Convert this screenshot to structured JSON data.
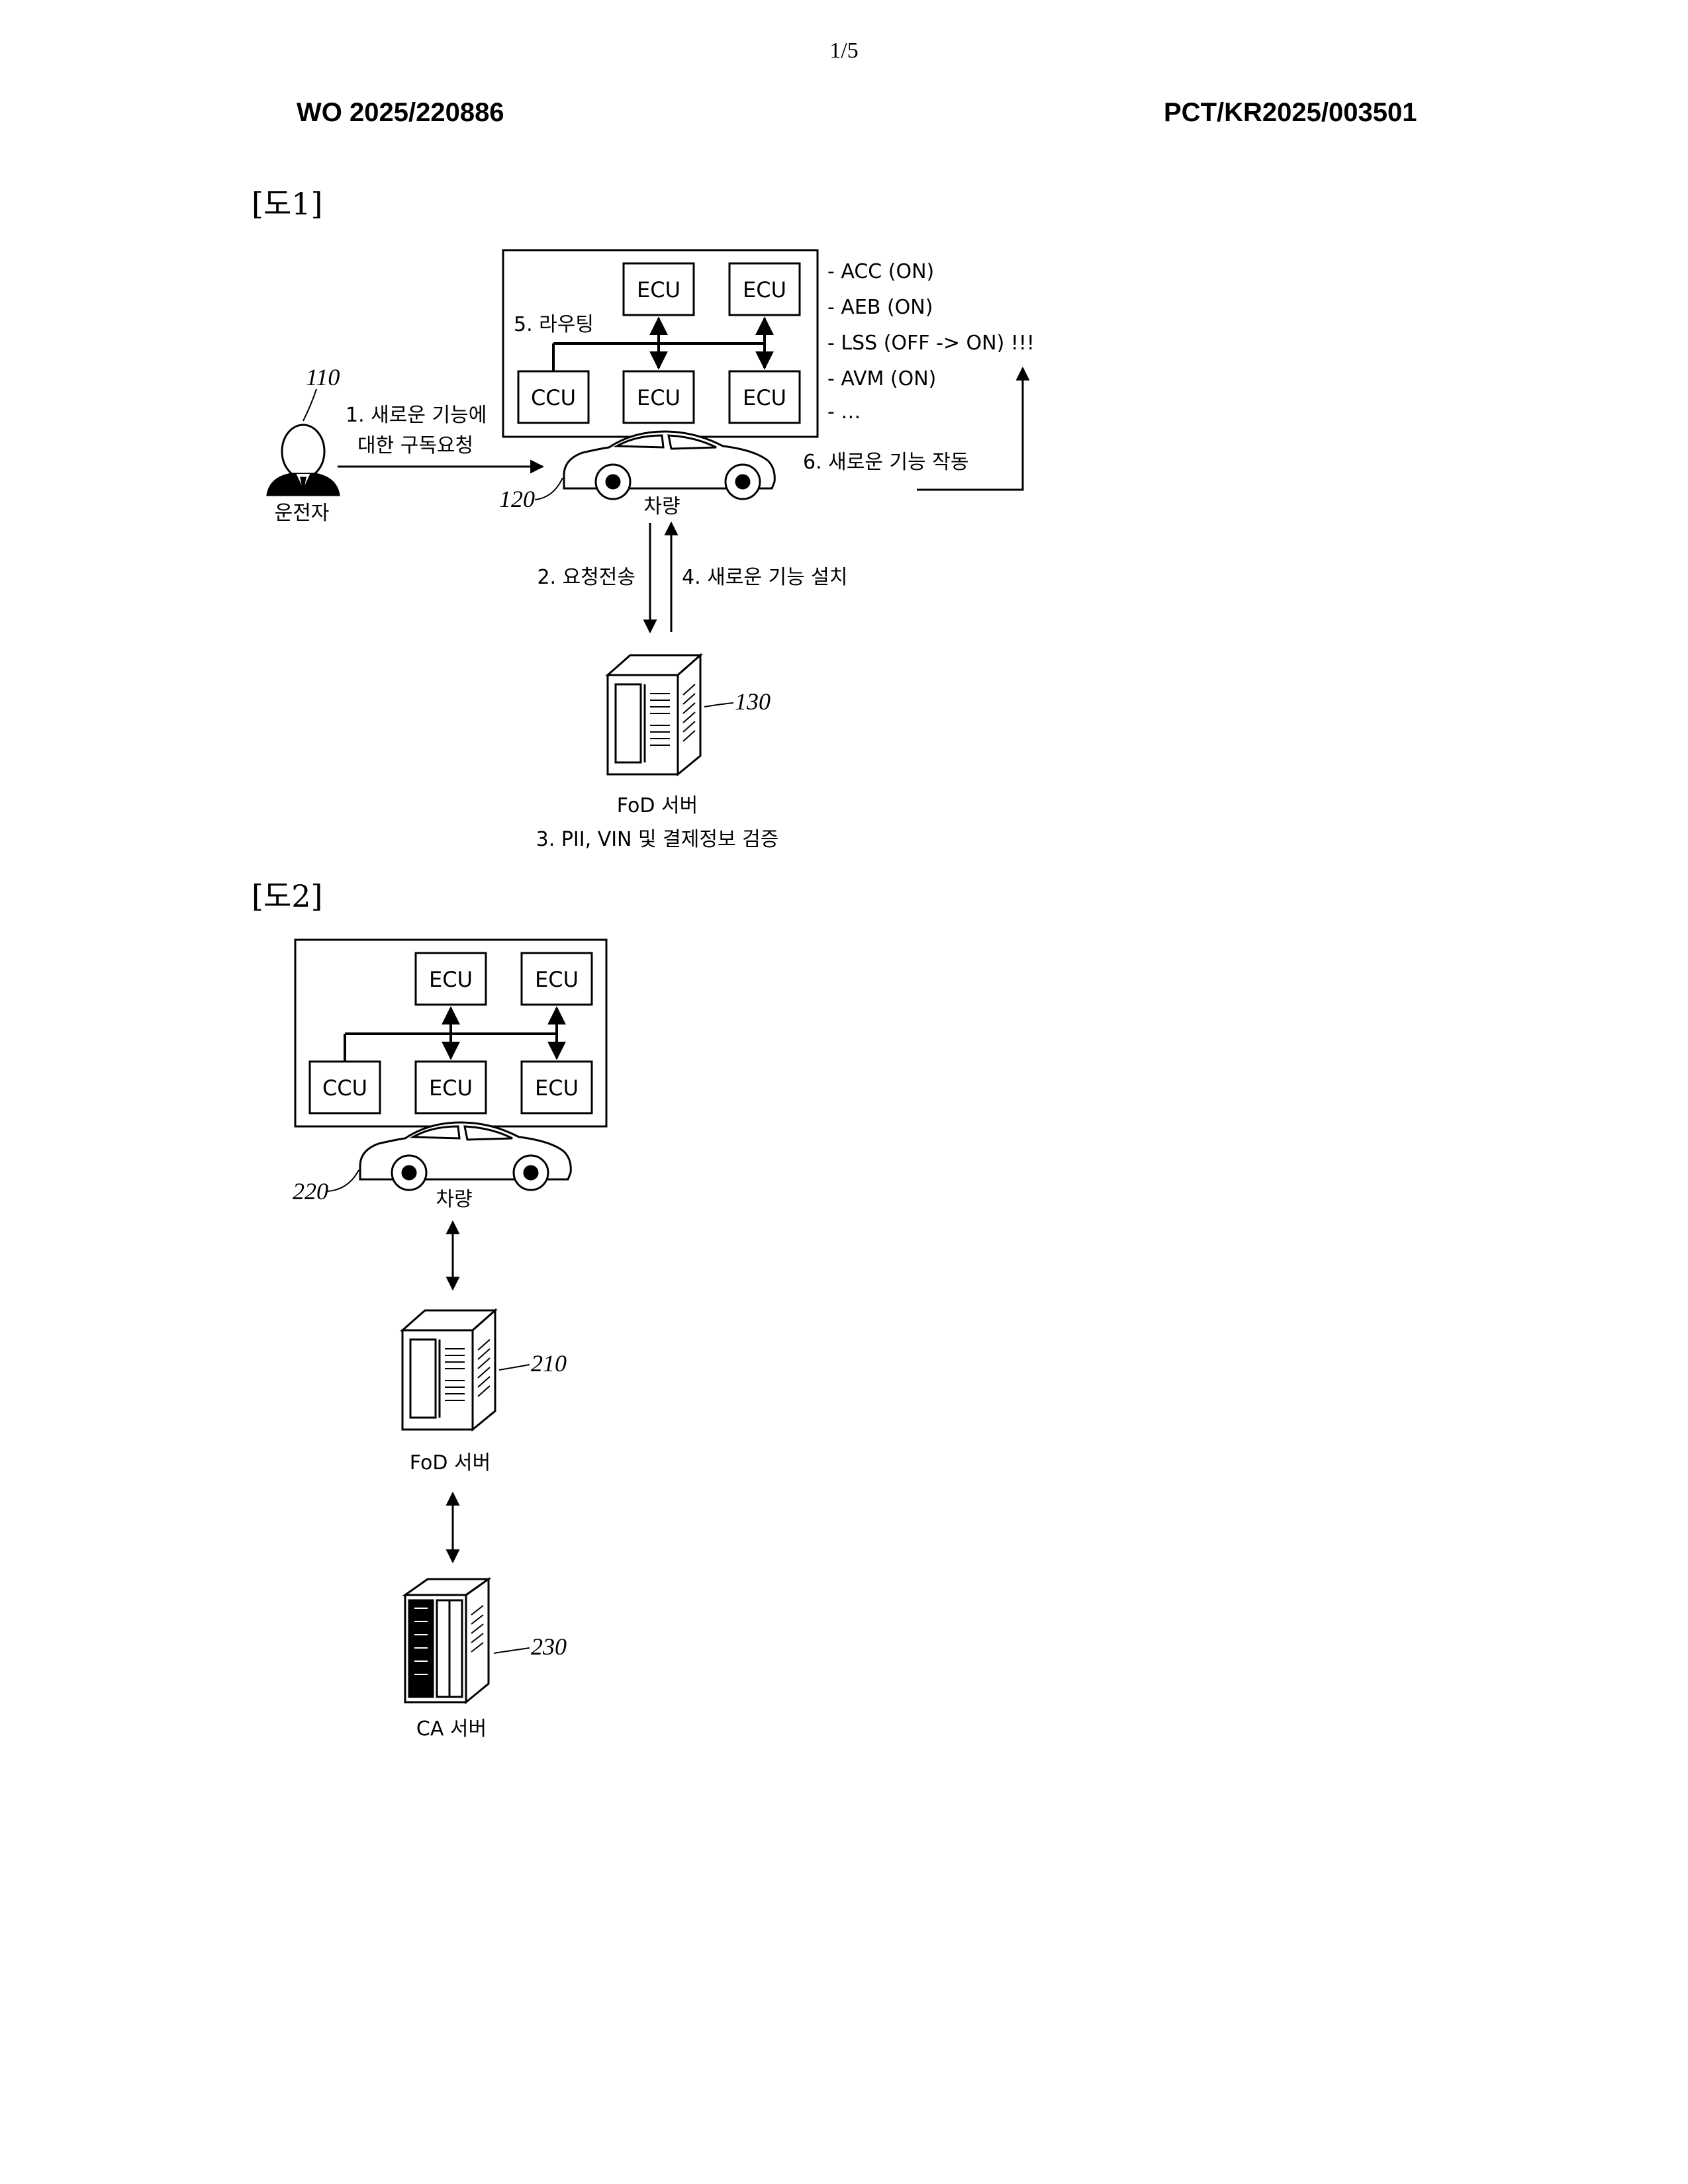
{
  "header": {
    "page_number": "1/5",
    "publication_number": "WO 2025/220886",
    "application_number": "PCT/KR2025/003501"
  },
  "fig1": {
    "label": "[도1]",
    "units": {
      "ecu": "ECU",
      "ccu": "CCU"
    },
    "routing": "5. 라우팅",
    "features": [
      "- ACC (ON)",
      "- AEB (ON)",
      "- LSS (OFF -> ON) !!!",
      "- AVM (ON)",
      "- …"
    ],
    "driver_ref": "110",
    "driver_label": "운전자",
    "request_line1": "1. 새로운 기능에",
    "request_line2": "대한 구독요청",
    "vehicle_ref": "120",
    "vehicle_label": "차량",
    "activate": "6. 새로운 기능 작동",
    "send": "2. 요청전송",
    "install": "4. 새로운 기능 설치",
    "server_ref": "130",
    "server_label": "FoD 서버",
    "verify": "3. PII, VIN 및 결제정보 검증"
  },
  "fig2": {
    "label": "[도2]",
    "units": {
      "ecu": "ECU",
      "ccu": "CCU"
    },
    "vehicle_ref": "220",
    "vehicle_label": "차량",
    "fod_ref": "210",
    "fod_label": "FoD 서버",
    "ca_ref": "230",
    "ca_label": "CA 서버"
  },
  "colors": {
    "ink": "#000000",
    "background": "#ffffff"
  }
}
